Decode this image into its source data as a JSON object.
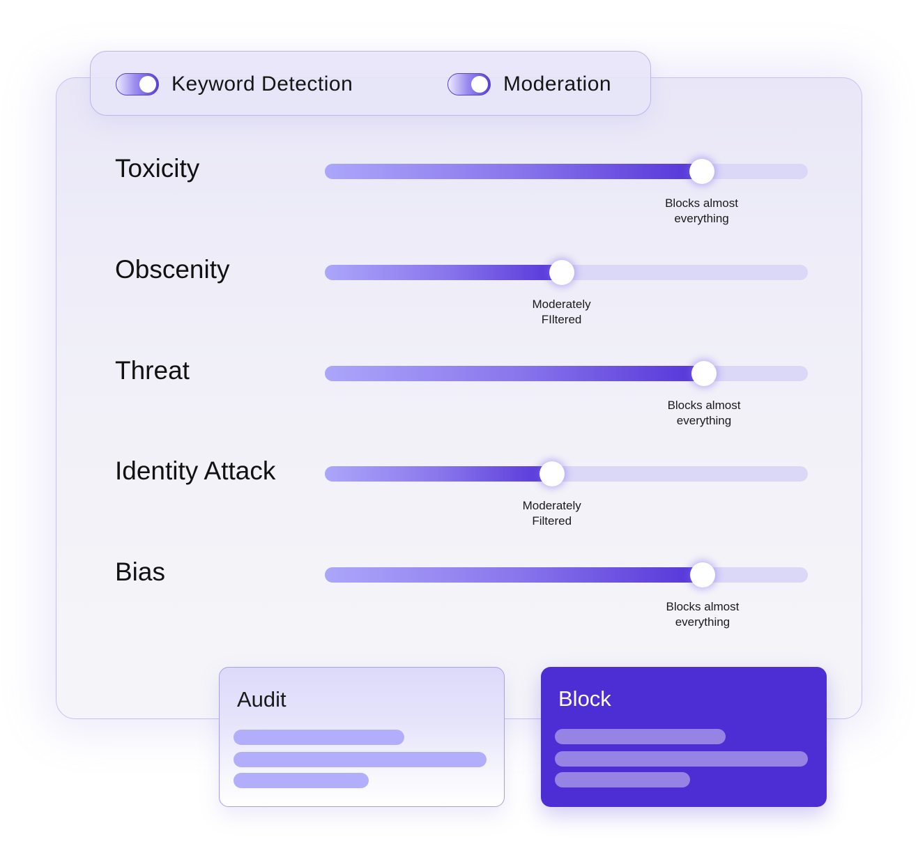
{
  "toggles": [
    {
      "label": "Keyword Detection",
      "state": "on"
    },
    {
      "label": "Moderation",
      "state": "on"
    }
  ],
  "sliders": [
    {
      "label": "Toxicity",
      "value_pct": 78,
      "caption_line1": "Blocks almost",
      "caption_line2": "everything"
    },
    {
      "label": "Obscenity",
      "value_pct": 49,
      "caption_line1": "Moderately",
      "caption_line2": "FIltered"
    },
    {
      "label": "Threat",
      "value_pct": 78.5,
      "caption_line1": "Blocks almost",
      "caption_line2": "everything"
    },
    {
      "label": "Identity Attack",
      "value_pct": 47,
      "caption_line1": "Moderately",
      "caption_line2": "Filtered"
    },
    {
      "label": "Bias",
      "value_pct": 78.2,
      "caption_line1": "Blocks almost",
      "caption_line2": "everything"
    }
  ],
  "actions": {
    "audit": {
      "title": "Audit"
    },
    "block": {
      "title": "Block"
    }
  },
  "colors": {
    "accent": "#4c2ed4",
    "track": "#dad7f7",
    "fill_start": "#aca6fa",
    "fill_end": "#5434d8",
    "audit_bar": "#b3aefb",
    "block_bar": "#9684e4"
  }
}
